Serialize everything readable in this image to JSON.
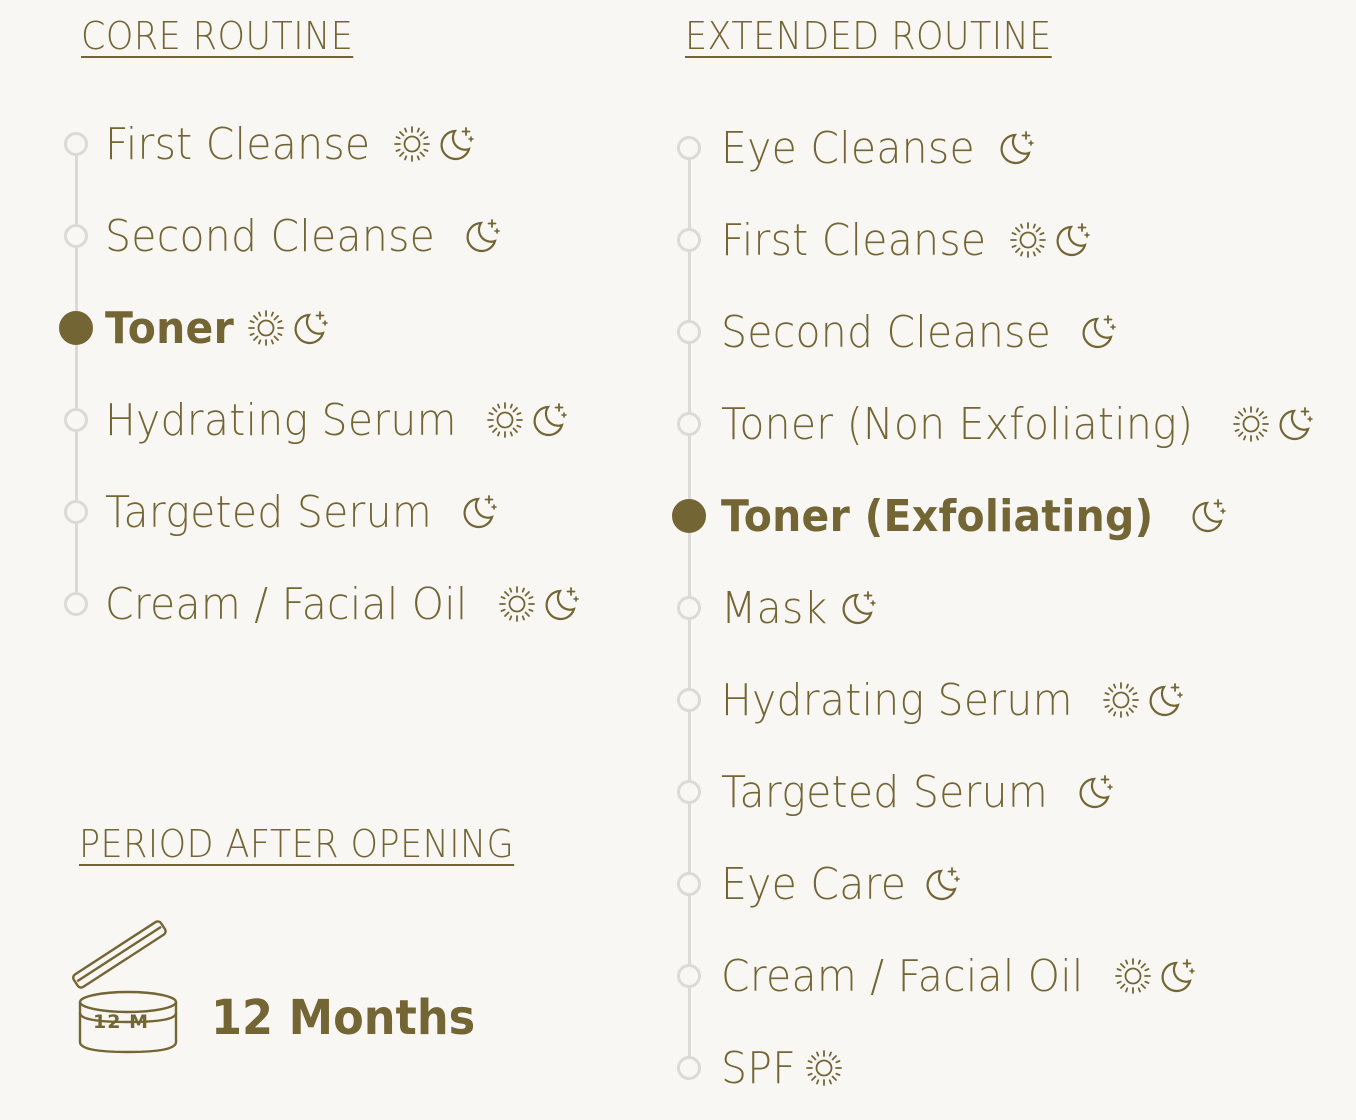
{
  "core": {
    "title": "CORE ROUTINE",
    "steps": [
      {
        "label": "First Cleanse",
        "am": true,
        "pm": true,
        "active": false
      },
      {
        "label": "Second Cleanse",
        "am": false,
        "pm": true,
        "active": false
      },
      {
        "label": "Toner",
        "am": true,
        "pm": true,
        "active": true
      },
      {
        "label": "Hydrating Serum",
        "am": true,
        "pm": true,
        "active": false
      },
      {
        "label": "Targeted Serum",
        "am": false,
        "pm": true,
        "active": false
      },
      {
        "label": "Cream / Facial Oil",
        "am": true,
        "pm": true,
        "active": false
      }
    ]
  },
  "extended": {
    "title": "EXTENDED ROUTINE",
    "steps": [
      {
        "label": "Eye Cleanse",
        "am": false,
        "pm": true,
        "active": false
      },
      {
        "label": "First Cleanse",
        "am": true,
        "pm": true,
        "active": false
      },
      {
        "label": "Second Cleanse",
        "am": false,
        "pm": true,
        "active": false
      },
      {
        "label": "Toner (Non Exfoliating)",
        "am": true,
        "pm": true,
        "active": false
      },
      {
        "label": "Toner (Exfoliating)",
        "am": false,
        "pm": true,
        "active": true
      },
      {
        "label": "Mask",
        "am": false,
        "pm": true,
        "active": false
      },
      {
        "label": "Hydrating Serum",
        "am": true,
        "pm": true,
        "active": false
      },
      {
        "label": "Targeted Serum",
        "am": false,
        "pm": true,
        "active": false
      },
      {
        "label": "Eye Care",
        "am": false,
        "pm": true,
        "active": false
      },
      {
        "label": "Cream / Facial Oil",
        "am": true,
        "pm": true,
        "active": false
      },
      {
        "label": "SPF",
        "am": true,
        "pm": false,
        "active": false
      }
    ]
  },
  "pao": {
    "title": "PERIOD AFTER OPENING",
    "jar_label": "12 M",
    "value": "12 Months",
    "icon": "open-jar-icon"
  },
  "icons": {
    "am": "sun-icon",
    "pm": "moon-stars-icon"
  },
  "colors": {
    "accent": "#736534",
    "track": "#dcdad7",
    "background": "#f9f7f3"
  }
}
